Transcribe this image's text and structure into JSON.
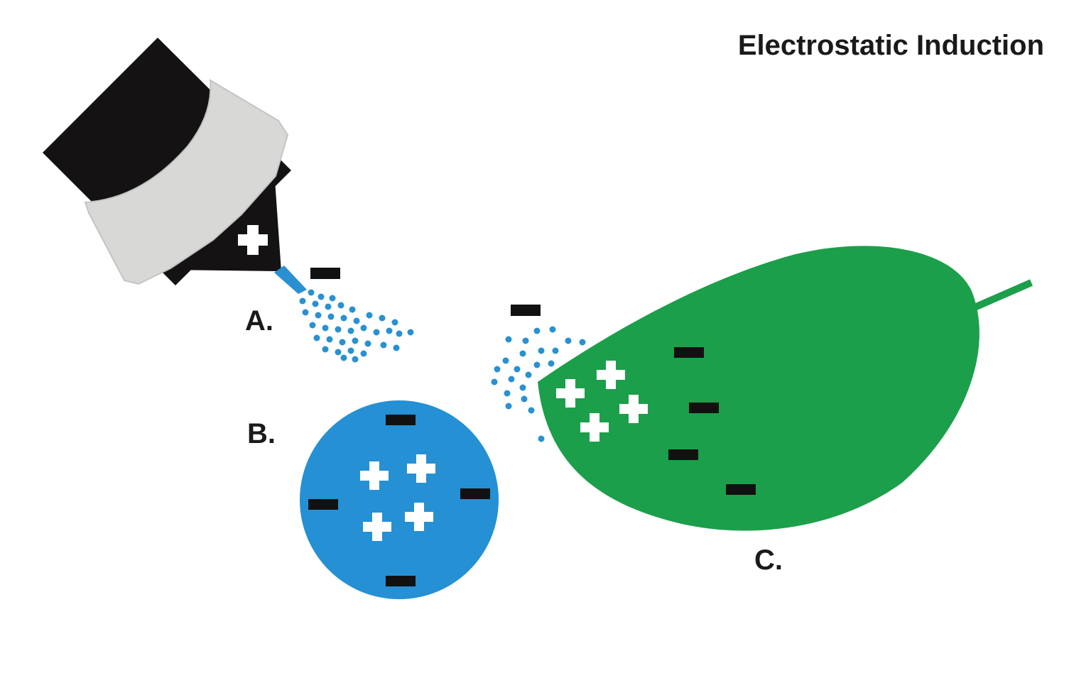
{
  "title": "Electrostatic Induction",
  "labels": {
    "a": "A.",
    "b": "B.",
    "c": "C."
  },
  "colors": {
    "nozzle_body": "#141213",
    "nozzle_ring": "#d8d9d7",
    "droplet": "#2991d1",
    "drop_large": "#2590d3",
    "leaf": "#1c9f4a",
    "charge_positive": "#ffffff",
    "charge_negative": "#111111"
  },
  "icons": {
    "positive": "plus-sign-icon",
    "negative": "minus-sign-icon"
  },
  "charges": {
    "nozzle": {
      "positive": 1
    },
    "droplet_spray": {
      "negative": 1
    },
    "drop_b": {
      "positive": 4,
      "negative": 4
    },
    "leaf_c": {
      "positive": 4,
      "negative": 4
    },
    "leaf_spray": {
      "negative": 1
    }
  }
}
